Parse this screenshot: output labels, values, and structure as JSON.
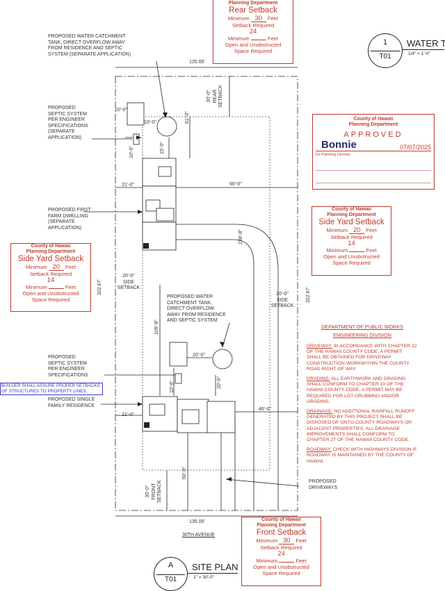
{
  "notes": {
    "water_tank_top": "PROPOSED WATER CATCHMENT\nTANK, DIRECT OVERFLOW AWAY\nFROM RESIDENCE AND SEPTIC\nSYSTEM (SEPARATE APPLICATION)",
    "septic_top": "PROPOSED\nSEPTIC SYSTEM\nPER ENGINEER\nSPECIFICATIONS\n(SEPARATE\nAPPLICATION)",
    "farm_dwelling": "PROPOSED FIRST\nFARM DWELLING\n(SEPARATE\nAPPLICATION)",
    "water_tank_bottom": "PROPOSED WATER\nCATCHMENT TANK,\nDIRECT OVERFLOW\nAWAY FROM RESIDENCE\nAND SEPTIC SYSTEM",
    "septic_bottom": "PROPOSED\nSEPTIC SYSTEM\nPER ENGINEER\nSPECIFICATIONS",
    "single_family": "PROPOSED SINGLE\nFAMILY RESIDENCE",
    "driveways": "PROPOSED\nDRIVEWAYS",
    "builder": "BUILDER SHALL ASSURE PROPER SETBACKS\nOF STRUCTURES TO PROPERTY LINES.",
    "street": "30TH AVENUE"
  },
  "dims": {
    "top_width": "135.00'",
    "bottom_width": "135.00'",
    "left_depth": "322.67'",
    "right_depth": "322.67'",
    "rear_setback": "30'-0\"\nREAR\nSETBACK",
    "side_setback_left": "20'-0\"\nSIDE\nSETBACK",
    "side_setback_right": "20'-0\"\nSIDE\nSETBACK",
    "front_setback": "30'-0\"\nFRONT\nSETBACK",
    "d_10_a": "10'-0\"",
    "d_10_b": "10'-0\"",
    "d_10_c": "10'-0\"",
    "d_10_d": "10'-0\"",
    "d_15": "15'-0\"",
    "d_61": "61'-0\"",
    "d_21_top": "21'-0\"",
    "d_90": "90'-0\"",
    "d_238": "238'-8\"",
    "d_109": "109'-8\"",
    "d_20_a": "20'-0\"",
    "d_20_b": "20'-0\"",
    "d_21_bot": "21'-0\"",
    "d_46": "46'-0\"",
    "d_60": "60'-0\""
  },
  "stamps": {
    "rear": {
      "agency": "County of Hawaii\nPlanning Department",
      "title": "Rear Setback",
      "min_label": "Minimum",
      "min_value": "30",
      "min_unit": "Feet",
      "req_label": "Setback Required",
      "open_value": "24",
      "open_unit": "Feet",
      "open_label": "Open and Unobstructed\nSpace Required",
      "min2": "Minimum"
    },
    "side_right": {
      "agency": "County of Hawaii\nPlanning Department",
      "title": "Side Yard Setback",
      "min_label": "Minimum",
      "min_value": "20",
      "min_unit": "Feet",
      "req_label": "Setback Required",
      "open_value": "14",
      "open_unit": "Feet",
      "open_label": "Open and Unobstructed\nSpace Required",
      "min2": "Minimum"
    },
    "side_left": {
      "agency": "County of Hawaii\nPlanning Department",
      "title": "Side Yard Setback",
      "min_label": "Minimum",
      "min_value": "20",
      "min_unit": "Feet",
      "req_label": "Setback Required",
      "open_value": "14",
      "open_unit": "Feet",
      "open_label": "Open and Unobstructed\nSpace Required",
      "min2": "Minimum"
    },
    "front": {
      "agency": "County of Hawaii\nPlanning Department",
      "title": "Front Setback",
      "min_label": "Minimum",
      "min_value": "30",
      "min_unit": "Feet",
      "req_label": "Setback Required",
      "open_value": "24",
      "open_unit": "Feet",
      "open_label": "Open and Unobstructed\nSpace Required",
      "min2": "Minimum"
    }
  },
  "approved": {
    "agency": "County of Hawaii\nPlanning Department",
    "status": "APPROVED",
    "signer": "Bonnie",
    "date": "07/07/2025",
    "for": "for Planning Director"
  },
  "public_works": {
    "dept": "DEPARTMENT OF PUBLIC WORKS",
    "division": "ENGINEERING DIVISION",
    "items": [
      {
        "head": "DRIVEWAY:",
        "body": " IN ACCORDANCE WITH CHAPTER 22 OF THE HAWAII COUNTY CODE, A PERMIT SHALL BE OBTAINED FOR DRIVEWAY CONSTRUCTION WORKWITHIN THE COUNTY ROAD RIGHT-OF WAY."
      },
      {
        "head": "GRADING:",
        "body": " ALL EARTHWORK AND GRADING SHALL CONFORM TO CHAPTER 10 OF THE HAWAII COUNTY CODE. A PERMIT MAY BE REQUIRED FOR LOT GRUBBING AND/OR GRADING."
      },
      {
        "head": "DRAINAGE:",
        "body": " NO ADDITIONAL RAINFALL RUNOFF GENERATED BY THIS PROJECT SHALL BE DISPOSED OF ONTO COUNTY ROADWAYS OR ADJACENT PROPERTIES. ALL DRAINAGE IMPROVEMENTS SHALL CONFORM TO CHAPTER 27 OF THE HAWAII COUNTY CODE."
      },
      {
        "head": "ROADWAY:",
        "body": " CHECK WITH HIGHWAYS DIVISION IF ROADWAY IS MAINTAINED BY THE COUNTY OF HAWAII."
      }
    ]
  },
  "title_blocks": {
    "water": {
      "num": "1",
      "sheet": "T01",
      "title": "WATER T",
      "scale": "1/4\" = 1'-0\""
    },
    "site": {
      "num": "A",
      "sheet": "T01",
      "title": "SITE PLAN",
      "scale": "1\" = 30'-0\""
    }
  },
  "colors": {
    "stamp_red": "#c0392b",
    "note_blue": "#3b3bbf",
    "line": "#222222"
  }
}
